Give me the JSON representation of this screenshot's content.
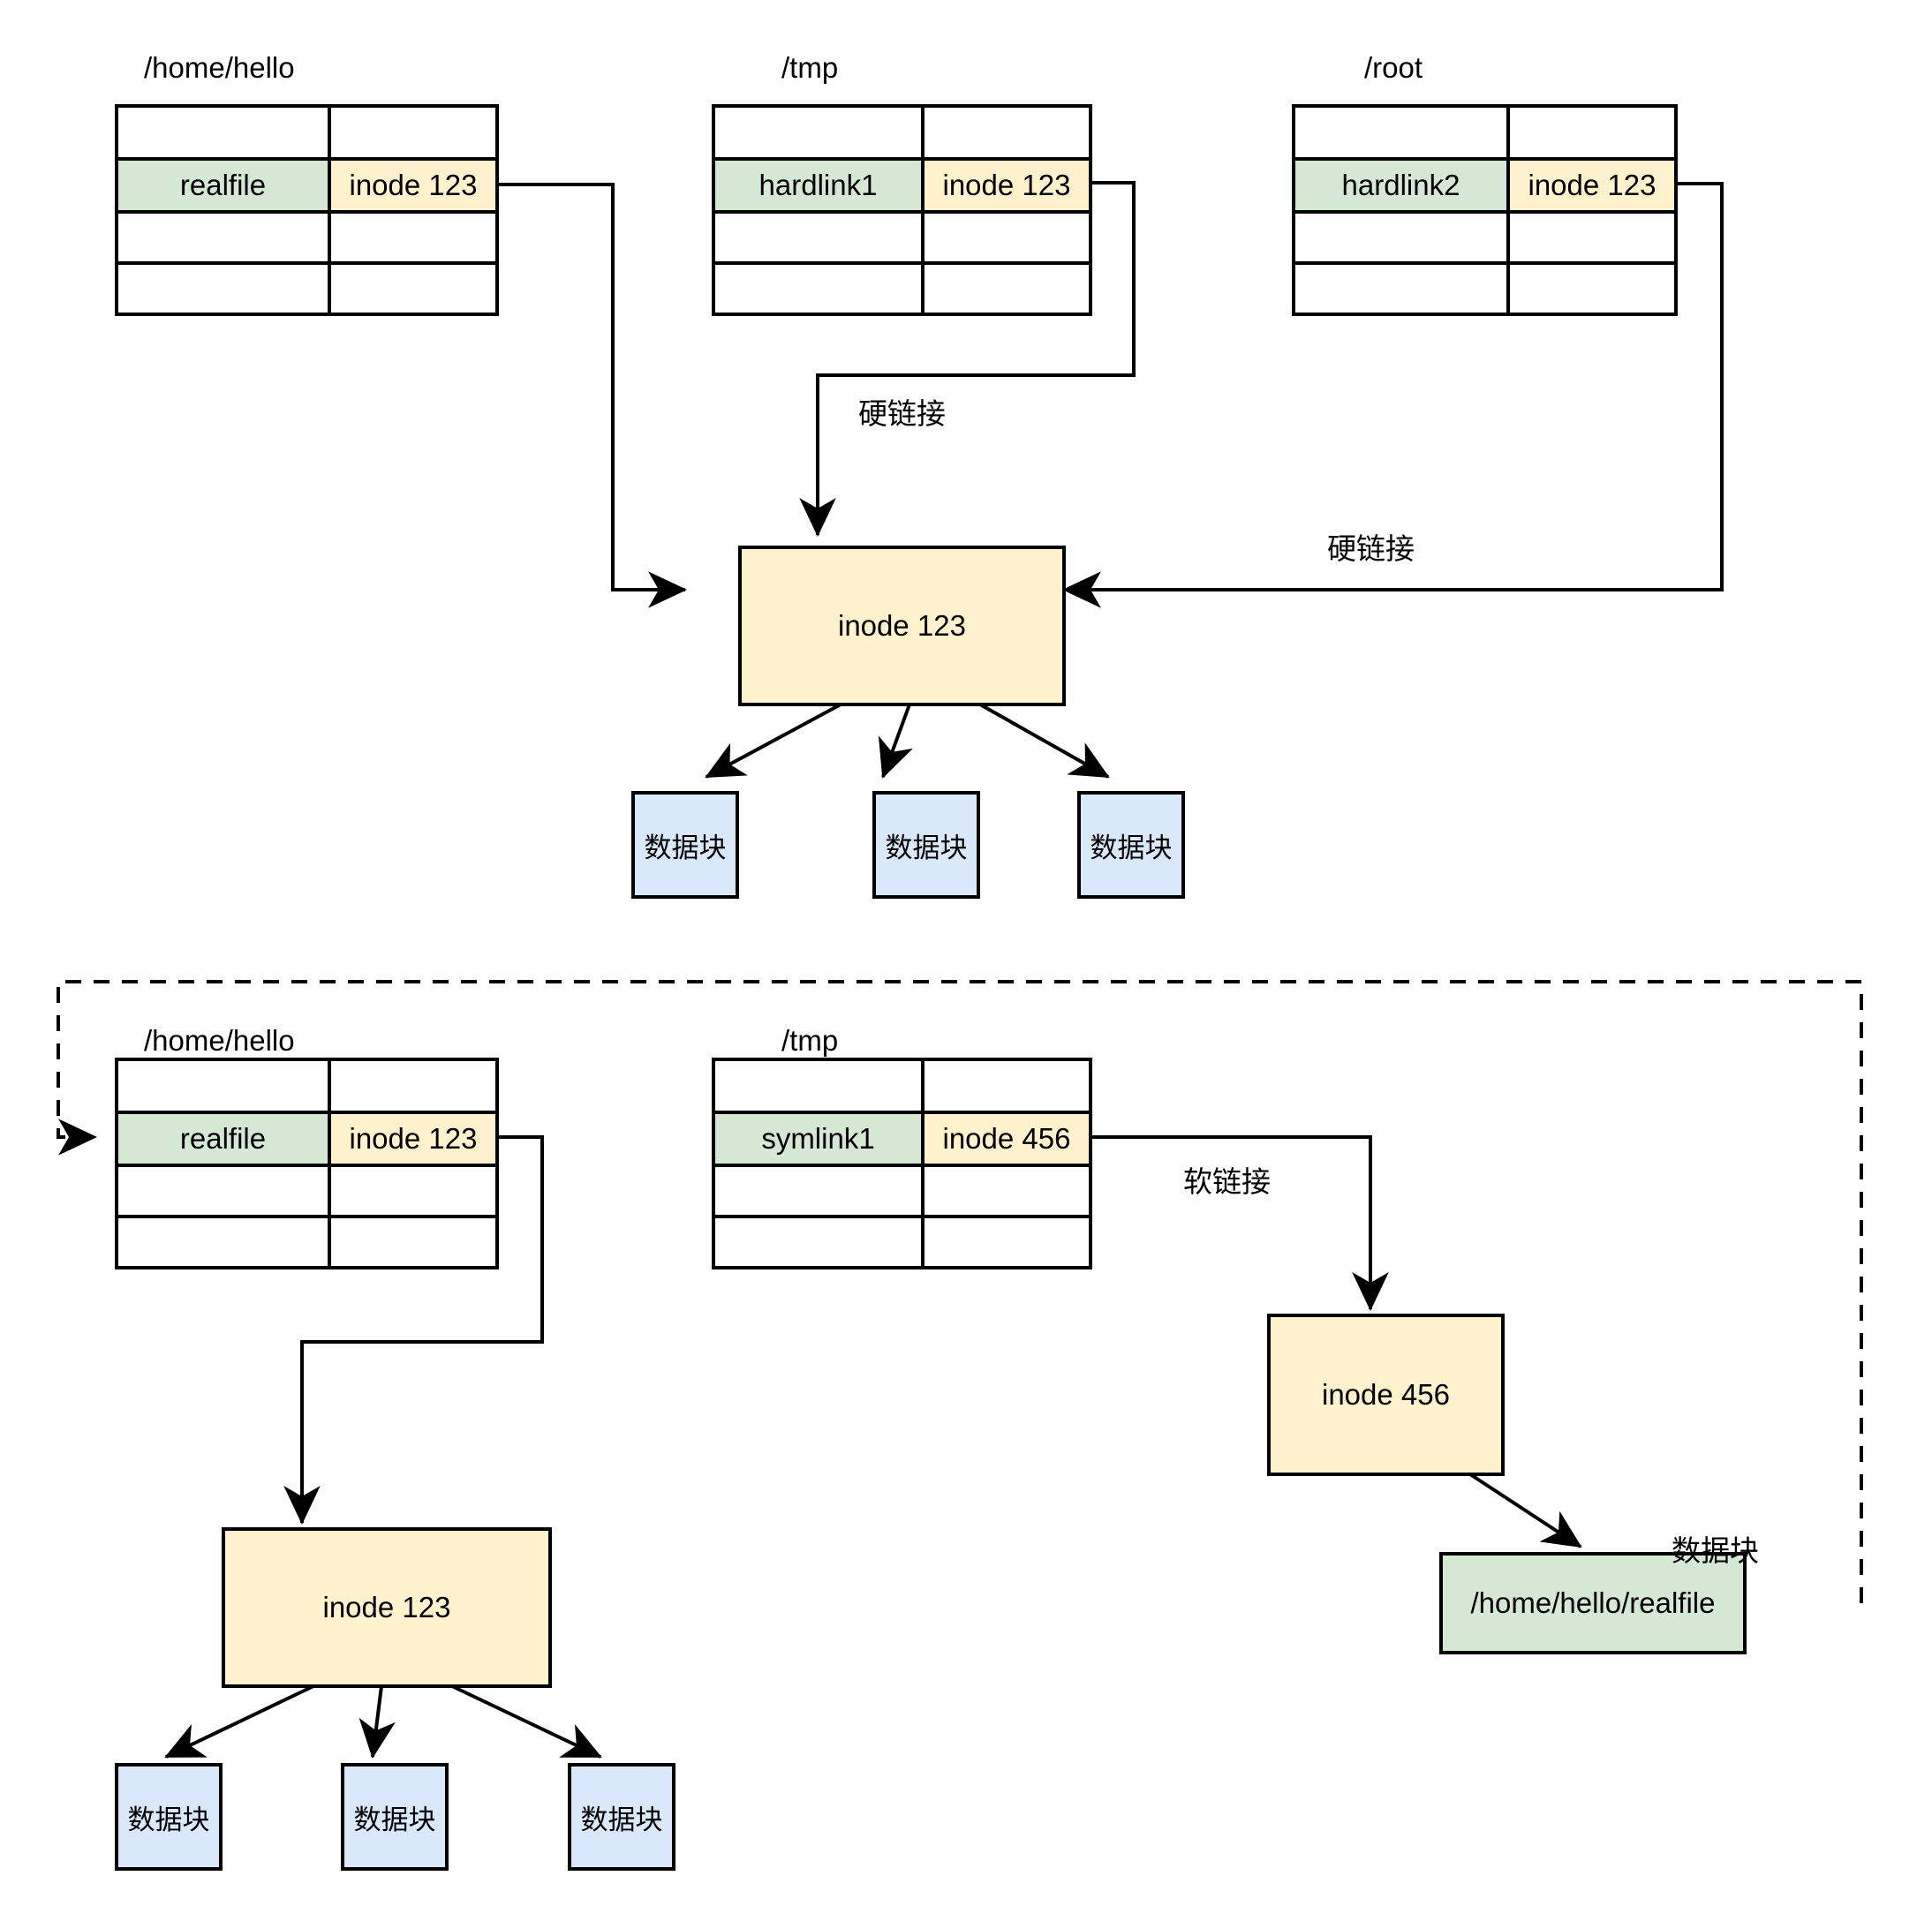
{
  "diagram": {
    "title_top": "",
    "colors": {
      "green": "#d5e8d4",
      "yellow": "#fff2cc",
      "blue": "#dae8fc",
      "stroke": "#000000",
      "background": "#ffffff"
    }
  },
  "hardlink_section": {
    "directories": [
      {
        "path_label": "/home/hello",
        "entry_name": "realfile",
        "entry_inode": "inode 123"
      },
      {
        "path_label": "/tmp",
        "entry_name": "hardlink1",
        "entry_inode": "inode 123"
      },
      {
        "path_label": "/root",
        "entry_name": "hardlink2",
        "entry_inode": "inode 123"
      }
    ],
    "edge_labels": {
      "from_tmp": "硬链接",
      "from_root": "硬链接"
    },
    "inode_node": "inode 123",
    "data_blocks": [
      "数据块",
      "数据块",
      "数据块"
    ]
  },
  "symlink_section": {
    "directories": [
      {
        "path_label": "/home/hello",
        "entry_name": "realfile",
        "entry_inode": "inode 123"
      },
      {
        "path_label": "/tmp",
        "entry_name": "symlink1",
        "entry_inode": "inode 456"
      }
    ],
    "edge_labels": {
      "symlink": "软链接",
      "data_block": "数据块"
    },
    "inode_real": "inode 123",
    "inode_symlink": "inode 456",
    "symlink_target_path": "/home/hello/realfile",
    "data_blocks": [
      "数据块",
      "数据块",
      "数据块"
    ]
  }
}
